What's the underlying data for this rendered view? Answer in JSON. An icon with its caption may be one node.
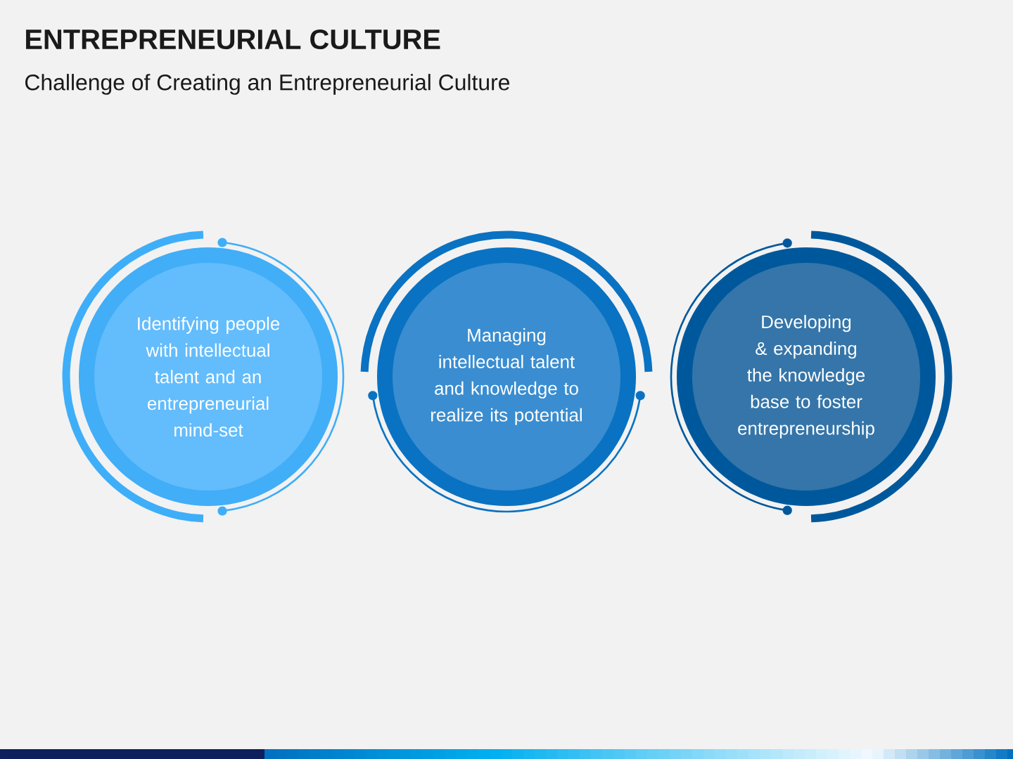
{
  "diagram": {
    "title": "ENTREPRENEURIAL CULTURE",
    "nodes": [
      {
        "text": [
          "Identifying people with intellectual talent and an entrepreneurial mind-set"
        ]
      },
      {
        "text": [
          "Managing intellectual talent and knowledge to realize its potential"
        ]
      },
      {
        "text": [
          "Developing & expanding the knowledge base to foster entrepreneurship"
        ]
      }
    ],
    "labels": [
      "Challenge of Creating an Entrepreneurial Culture"
    ]
  }
}
